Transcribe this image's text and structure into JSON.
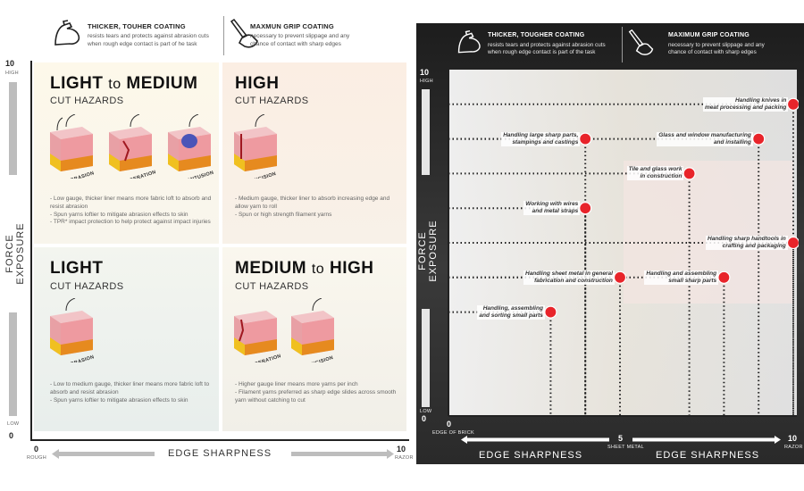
{
  "colors": {
    "accent": "#e8242a",
    "tile_pink": "#e7a3a8",
    "tile_yellow": "#f0c020",
    "tile_orange": "#e68a1f",
    "quad_bg": "#fbf6e8"
  },
  "left": {
    "header": {
      "coating_title": "THICKER, TOUHER COATING",
      "coating_desc": [
        "resists tears and protects against abrasion cuts",
        "when rough edge contact is part of he task"
      ],
      "grip_title": "MAXMUN GRIP COATING",
      "grip_desc": [
        "necessary to prevent slippage and any",
        "chance of contact with sharp edges"
      ],
      "coating_icon": "flexed-arm-icon",
      "grip_icon": "hand-knife-icon"
    },
    "quadrants": {
      "light_medium": {
        "title_a": "LIGHT",
        "title_to": "to",
        "title_b": "MEDIUM",
        "subtitle": "CUT HAZARDS",
        "tiles": [
          "ABRASION",
          "LACERATION",
          "CONTUSION"
        ],
        "bullets": [
          "- Low gauge, thicker liner means more fabric loft to absorb and",
          "  resist abrasion",
          "- Spun yarns loftier to mitigate abrasion effects to skin",
          "- TPR* impact protection to help protect against impact injuries"
        ]
      },
      "high": {
        "title": "HIGH",
        "subtitle": "CUT HAZARDS",
        "tiles": [
          "INCISION"
        ],
        "bullets": [
          "- Medium gauge, thicker liner to absorb increasing edge and",
          "  allow yarn to roll",
          "- Spun or high strength filament yarns"
        ]
      },
      "light": {
        "title": "LIGHT",
        "subtitle": "CUT HAZARDS",
        "tiles": [
          "ABRASION"
        ],
        "bullets": [
          "- Low to medium gauge, thicker liner means more fabric loft to",
          "  absorb and resist abrasion",
          "- Spun yarns loftier to mitigate abrasion effects to skin"
        ]
      },
      "medium_high": {
        "title_a": "MEDIUM",
        "title_to": "to",
        "title_b": "HIGH",
        "subtitle": "CUT HAZARDS",
        "tiles": [
          "LACERATION",
          "INCISION"
        ],
        "bullets": [
          "- Higher gauge liner means more yarns per inch",
          "- Filament yarns preferred as sharp edge slides across smooth",
          "  yarn without catching to cut"
        ]
      }
    },
    "y_axis": {
      "title": "FORCE EXPOSURE",
      "top": "10",
      "top_label": "HIGH",
      "bottom": "0",
      "bottom_label": "LOW"
    },
    "x_axis": {
      "title": "EDGE SHARPNESS",
      "left": "0",
      "left_label": "ROUGH",
      "right": "10",
      "right_label": "RAZOR"
    }
  },
  "right": {
    "header": {
      "coating_title": "THICKER, TOUGHER COATING",
      "coating_desc": [
        "resists tears and protects against abrasion cuts",
        "when rough edge contact is part of the task"
      ],
      "grip_title": "MAXIMUM GRIP COATING",
      "grip_desc": [
        "necessary to prevent slippage and any",
        "chance of contact with sharp edges"
      ]
    },
    "y_axis": {
      "title": "FORCE EXPOSURE",
      "top": "10",
      "top_label": "HIGH",
      "bottom": "0",
      "bottom_label": "LOW"
    },
    "x_axis": {
      "title_left": "EDGE SHARPNESS",
      "title_right": "EDGE SHARPNESS",
      "left": "0",
      "left_label": "EDGE OF BRICK",
      "mid": "5",
      "mid_label": "SHEET METAL",
      "right": "10",
      "right_label": "RAZOR"
    },
    "chart_data": {
      "type": "scatter",
      "xlim": [
        0,
        10
      ],
      "ylim": [
        0,
        10
      ],
      "xlabel": "EDGE SHARPNESS",
      "ylabel": "FORCE EXPOSURE",
      "points": [
        {
          "x": 10,
          "y": 9.0,
          "label": [
            "Handling knives in",
            "meat processing and packing"
          ]
        },
        {
          "x": 4,
          "y": 8.0,
          "label": [
            "Handling large sharp parts,",
            "stampings and castings"
          ]
        },
        {
          "x": 9,
          "y": 8.0,
          "label": [
            "Glass and window manufacturing",
            "and installing"
          ]
        },
        {
          "x": 7,
          "y": 7.0,
          "label": [
            "Tile and glass work",
            "in construction"
          ]
        },
        {
          "x": 4,
          "y": 6.0,
          "label": [
            "Working with wires",
            "and metal straps"
          ]
        },
        {
          "x": 10,
          "y": 5.0,
          "label": [
            "Handling sharp handtools in",
            "crafting and packaging"
          ]
        },
        {
          "x": 5,
          "y": 4.0,
          "label": [
            "Handling sheet metal in general",
            "fabrication and construction"
          ]
        },
        {
          "x": 8,
          "y": 4.0,
          "label": [
            "Handling and assembling",
            "small sharp parts"
          ]
        },
        {
          "x": 3,
          "y": 3.0,
          "label": [
            "Handling, assembling",
            "and sorting small parts"
          ]
        }
      ]
    }
  }
}
